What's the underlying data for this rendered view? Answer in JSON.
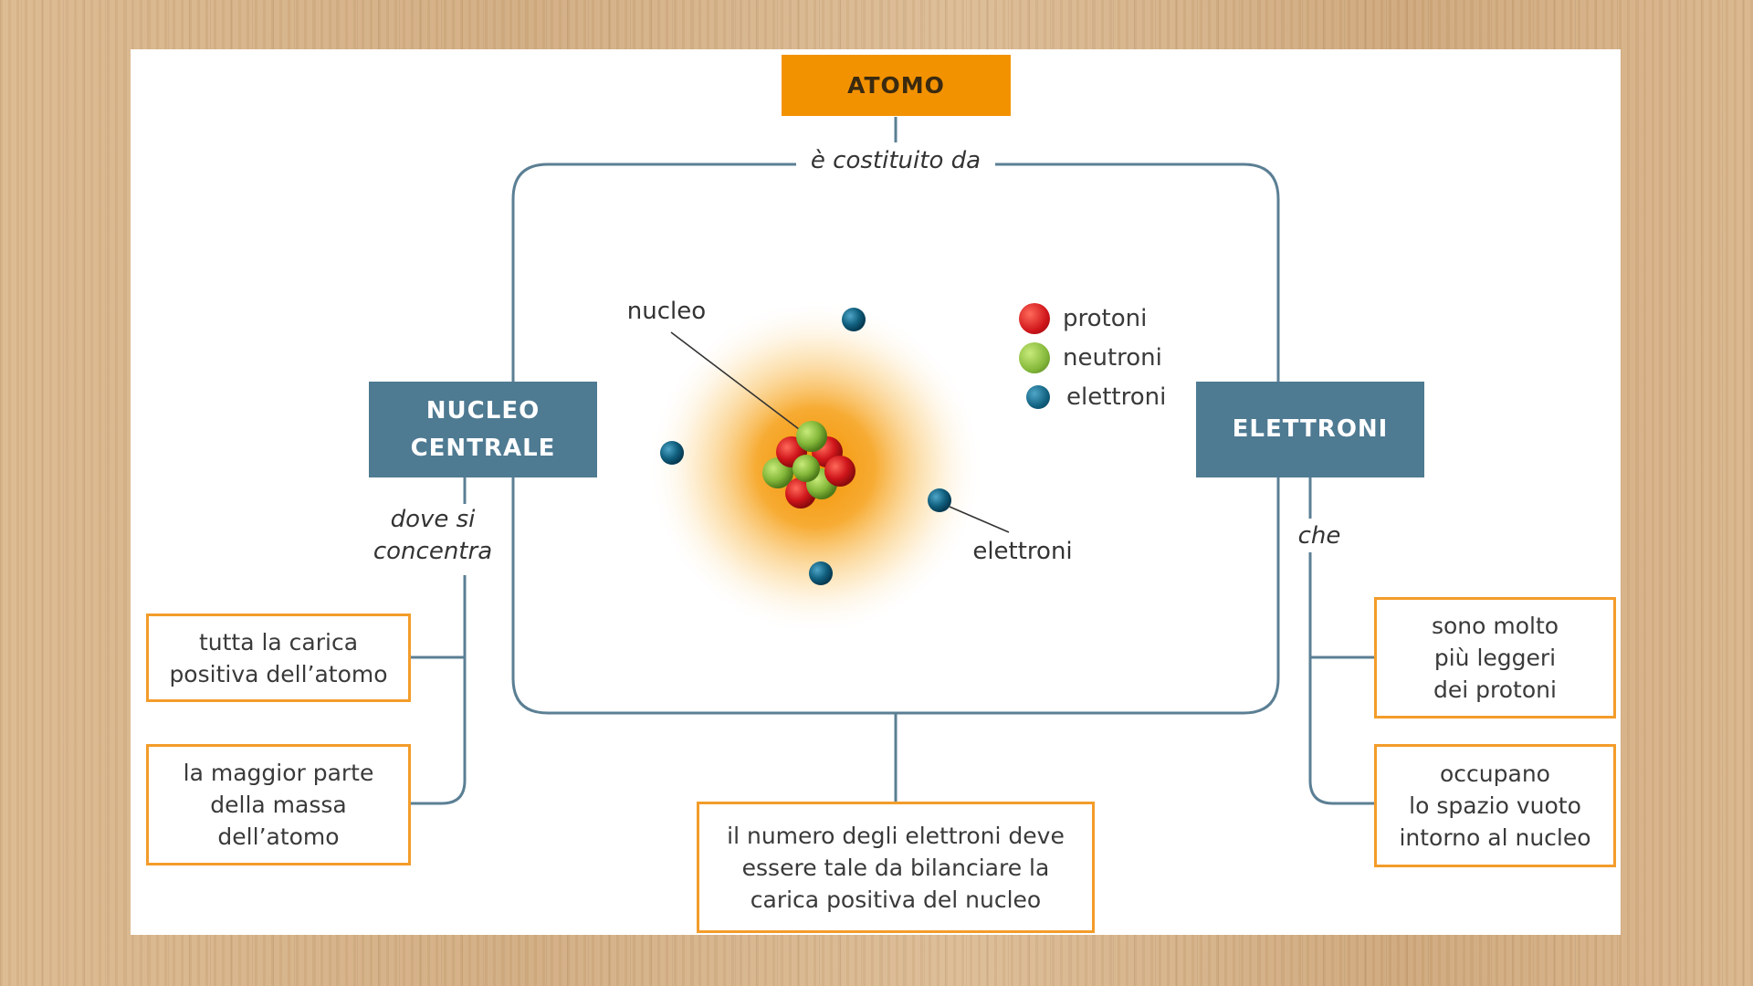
{
  "title": "ATOMO",
  "connector_top": "è costituito da",
  "nucleus_box": "NUCLEO\nCENTRALE",
  "electrons_box": "ELETTRONI",
  "left_connector": "dove si\nconcentra",
  "right_connector": "che",
  "left_notes": [
    "tutta la carica\npositiva dell’atomo",
    "la maggior parte\ndella massa\ndell’atomo"
  ],
  "right_notes": [
    "sono molto\npiù leggeri\ndei protoni",
    "occupano\nlo spazio vuoto\nintorno al nucleo"
  ],
  "bottom_note": "il numero degli elettroni deve\nessere tale da bilanciare la\ncarica positiva del nucleo",
  "diagram_labels": {
    "nucleus": "nucleo",
    "electrons": "elettroni"
  },
  "legend": [
    {
      "label": "protoni",
      "color": "#d0161b"
    },
    {
      "label": "neutroni",
      "color": "#84b83a"
    },
    {
      "label": "elettroni",
      "color": "#11607f"
    }
  ],
  "colors": {
    "orange": "#f39200",
    "blue": "#4e7a92",
    "line": "#5b7f94"
  }
}
